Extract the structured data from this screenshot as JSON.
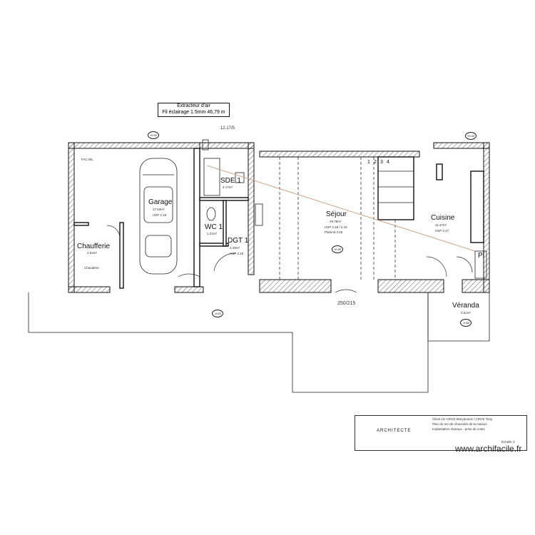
{
  "extractor": {
    "title": "Extracteur d'air",
    "subtitle": "Fil éclairage 1.5mm 46,79 m"
  },
  "rooms": {
    "garage": {
      "name": "Garage",
      "area": "17.53m²",
      "detail": "HSP 2.18"
    },
    "chaufferie": {
      "name": "Chaufferie",
      "area": "4.64m²",
      "detail": "Chaudière"
    },
    "sde": {
      "name": "SDE 1",
      "area": "2.17m²"
    },
    "wc": {
      "name": "WC 1",
      "area": "1.21m²"
    },
    "dgt": {
      "name": "DGT 1",
      "area": "4.49m²",
      "detail": "HSP 2.49"
    },
    "sejour": {
      "name": "Séjour",
      "area": "29.78m²",
      "detail1": "HSP 2.48 / 2.42",
      "detail2": "Plafond 2.55"
    },
    "cuisine": {
      "name": "Cuisine",
      "area": "11.47m²",
      "detail": "HSP 2.47"
    },
    "pl": {
      "name": "Pl"
    },
    "veranda": {
      "name": "Véranda",
      "area": "2.61m²"
    }
  },
  "labels": {
    "fpa": "FAC.WL",
    "top_dim": "12.17/5",
    "bottom_dim": "250/215",
    "stairs": [
      "1",
      "2",
      "3",
      "4"
    ]
  },
  "tags": [
    "+0.02",
    "+0.00",
    "-0.03",
    "+0.02",
    "-0.08"
  ],
  "title_block": {
    "brand": "ARCHITECTE",
    "line1": "Client LE CROS Maryannick / CROS Tony",
    "line2": "Plan du rez-de-chaussée de la maison",
    "line3": "Implantation réseaux - prise de cotes",
    "page": "Échelle 2"
  },
  "watermark": "www.archifacile.fr"
}
